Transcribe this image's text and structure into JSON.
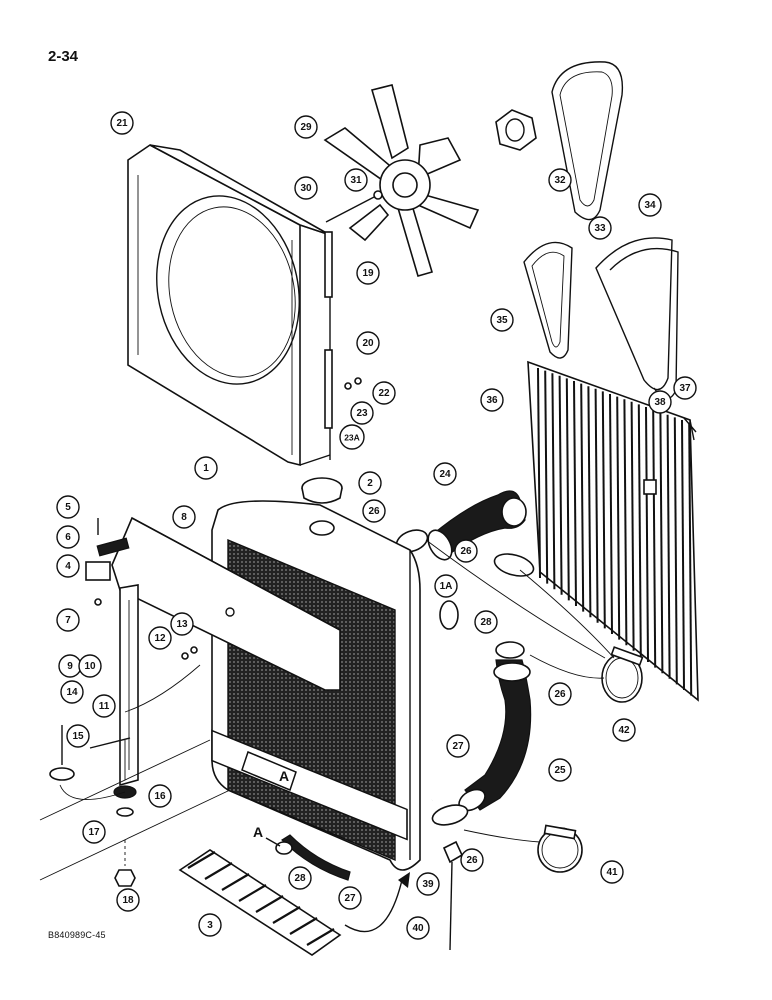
{
  "page": {
    "number": "2-34",
    "figure_code": "B840989C-45"
  },
  "callouts": [
    {
      "id": "c21",
      "label": "21"
    },
    {
      "id": "c29",
      "label": "29"
    },
    {
      "id": "c32",
      "label": "32"
    },
    {
      "id": "c30",
      "label": "30"
    },
    {
      "id": "c31",
      "label": "31"
    },
    {
      "id": "c19",
      "label": "19"
    },
    {
      "id": "c33",
      "label": "33"
    },
    {
      "id": "c34",
      "label": "34"
    },
    {
      "id": "c35",
      "label": "35"
    },
    {
      "id": "c20",
      "label": "20"
    },
    {
      "id": "c22",
      "label": "22"
    },
    {
      "id": "c23",
      "label": "23"
    },
    {
      "id": "c23a",
      "label": "23A"
    },
    {
      "id": "c36",
      "label": "36"
    },
    {
      "id": "c37",
      "label": "37"
    },
    {
      "id": "c38",
      "label": "38"
    },
    {
      "id": "c1",
      "label": "1"
    },
    {
      "id": "c2",
      "label": "2"
    },
    {
      "id": "c24",
      "label": "24"
    },
    {
      "id": "c5",
      "label": "5"
    },
    {
      "id": "c8",
      "label": "8"
    },
    {
      "id": "c26a",
      "label": "26"
    },
    {
      "id": "c6",
      "label": "6"
    },
    {
      "id": "c26b",
      "label": "26"
    },
    {
      "id": "c4",
      "label": "4"
    },
    {
      "id": "c1a",
      "label": "1A"
    },
    {
      "id": "c7",
      "label": "7"
    },
    {
      "id": "c28a",
      "label": "28"
    },
    {
      "id": "c13",
      "label": "13"
    },
    {
      "id": "c12",
      "label": "12"
    },
    {
      "id": "c9",
      "label": "9"
    },
    {
      "id": "c10",
      "label": "10"
    },
    {
      "id": "c26c",
      "label": "26"
    },
    {
      "id": "c42",
      "label": "42"
    },
    {
      "id": "c14",
      "label": "14"
    },
    {
      "id": "c11",
      "label": "11"
    },
    {
      "id": "c27a",
      "label": "27"
    },
    {
      "id": "c15",
      "label": "15"
    },
    {
      "id": "c25",
      "label": "25"
    },
    {
      "id": "c16",
      "label": "16"
    },
    {
      "id": "c17",
      "label": "17"
    },
    {
      "id": "c26d",
      "label": "26"
    },
    {
      "id": "c28b",
      "label": "28"
    },
    {
      "id": "c27b",
      "label": "27"
    },
    {
      "id": "c39",
      "label": "39"
    },
    {
      "id": "c41",
      "label": "41"
    },
    {
      "id": "c18",
      "label": "18"
    },
    {
      "id": "c3",
      "label": "3"
    },
    {
      "id": "c40",
      "label": "40"
    }
  ],
  "view_markers": [
    {
      "id": "ma",
      "label": "A"
    },
    {
      "id": "mb",
      "label": "A"
    }
  ]
}
